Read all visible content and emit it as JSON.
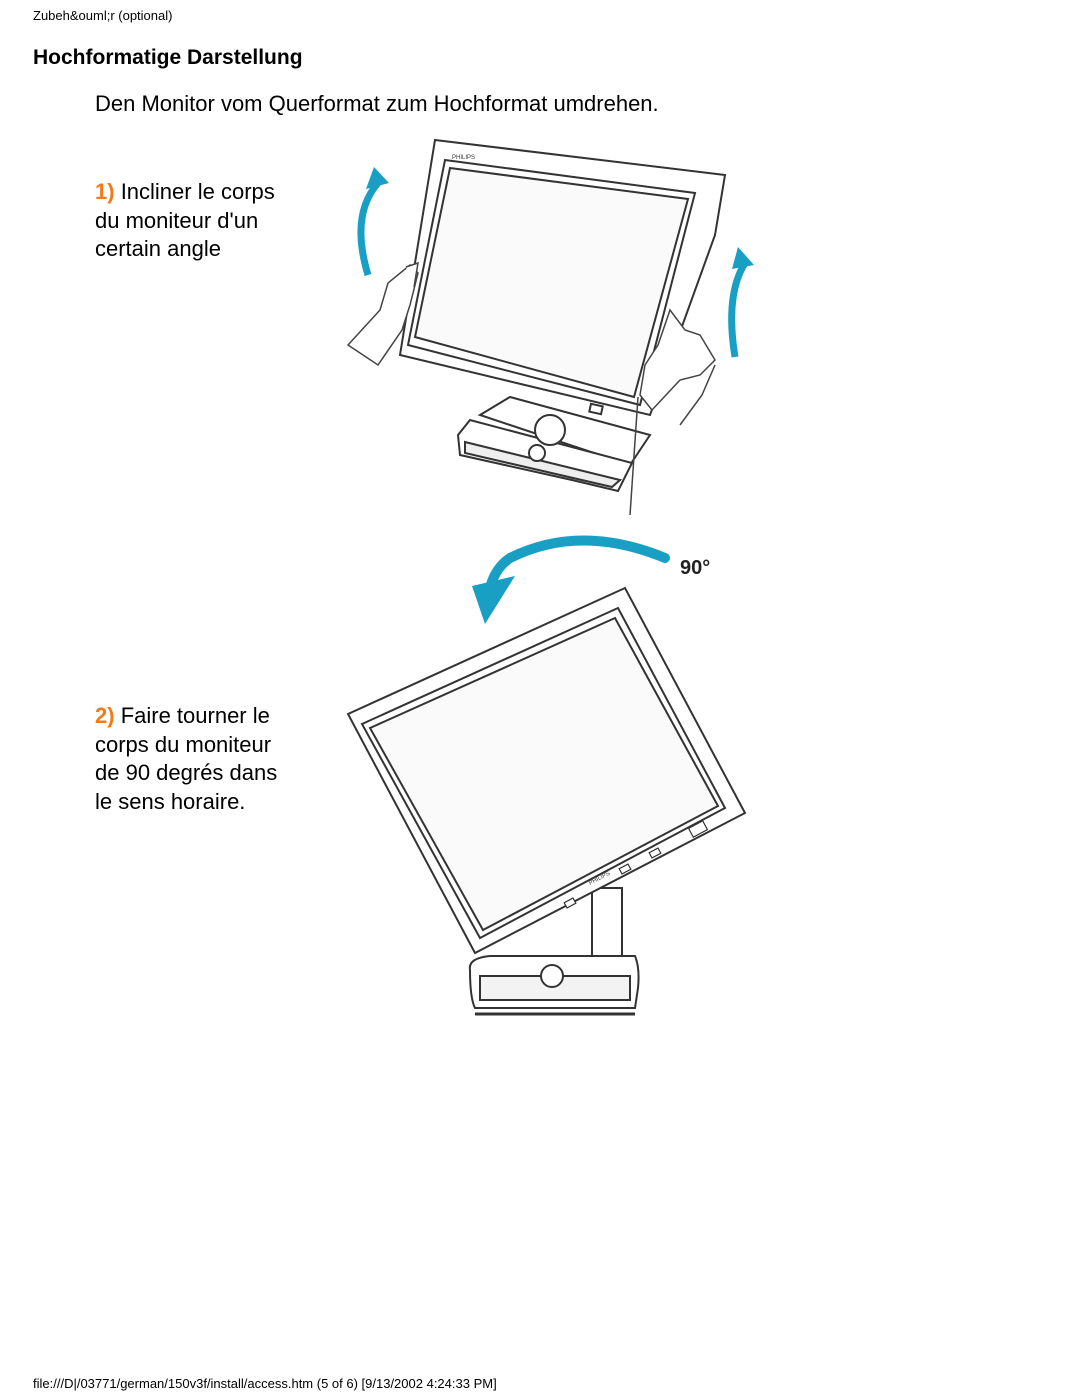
{
  "header": {
    "text": "Zubeh&ouml;r (optional)"
  },
  "section": {
    "title": "Hochformatige Darstellung",
    "intro": "Den Monitor vom Querformat zum Hochformat umdrehen."
  },
  "steps": [
    {
      "number": "1)",
      "text": "Incliner le corps du moniteur d'un certain angle"
    },
    {
      "number": "2)",
      "text": "Faire tourner le corps du moniteur de 90 degrés dans le sens horaire."
    }
  ],
  "illustration": {
    "rotation_label": "90°",
    "brand_label": "PHILIPS",
    "arrow_color": "#1a9fc4",
    "step_number_color": "#f07b1a"
  },
  "footer": {
    "text": "file:///D|/03771/german/150v3f/install/access.htm (5 of 6) [9/13/2002 4:24:33 PM]"
  }
}
